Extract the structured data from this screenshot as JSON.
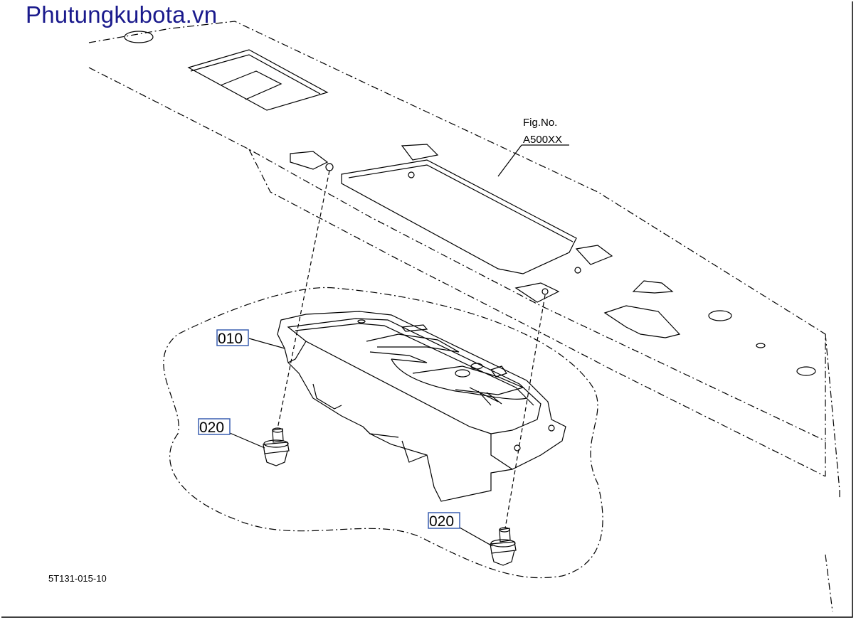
{
  "watermark": "Phutungkubota.vn",
  "reference": {
    "label_line1": "Fig.No.",
    "label_line2": "A500XX"
  },
  "callouts": [
    {
      "id": "010",
      "label": "010"
    },
    {
      "id": "020a",
      "label": "020"
    },
    {
      "id": "020b",
      "label": "020"
    }
  ],
  "drawing_code": "5T131-015-10",
  "colors": {
    "line": "#000000",
    "callout_box": "#3a5fb0",
    "watermark": "#1a1a8c"
  }
}
